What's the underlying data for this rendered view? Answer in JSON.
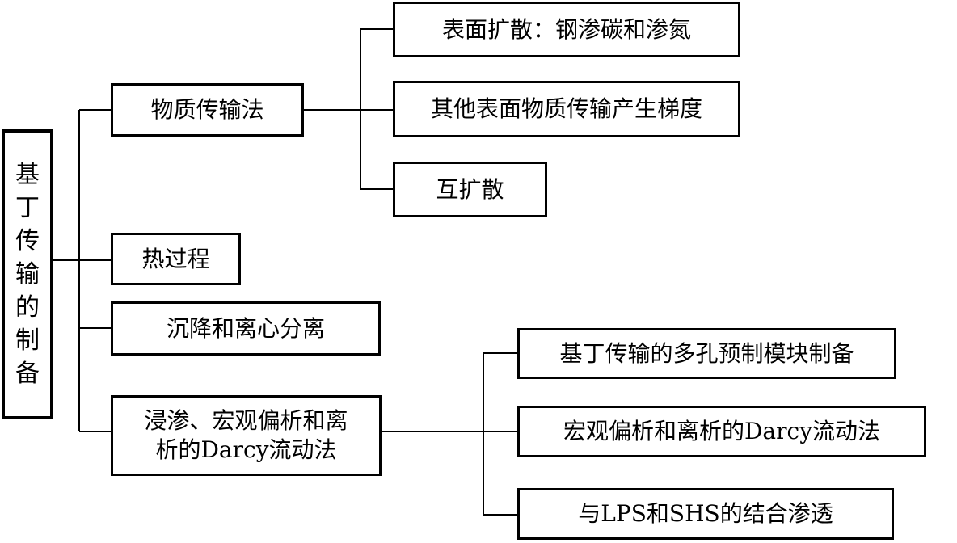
{
  "root": {
    "chars": [
      "基",
      "丁",
      "传",
      "输",
      "的",
      "制",
      "备"
    ]
  },
  "level1": {
    "material_transport": "物质传输法",
    "thermal_process": "热过程",
    "settling": "沉降和离心分离",
    "infiltration_line1": "浸渗、宏观偏析和离",
    "infiltration_line2": "析的Darcy流动法"
  },
  "material_children": {
    "surface_diffusion": "表面扩散：钢渗碳和渗氮",
    "other_surface": "其他表面物质传输产生梯度",
    "interdiffusion": "互扩散"
  },
  "infiltration_children": {
    "porous_preform": "基丁传输的多孔预制模块制备",
    "darcy_flow": "宏观偏析和离析的Darcy流动法",
    "lps_shs": "与LPS和SHS的结合渗透"
  }
}
